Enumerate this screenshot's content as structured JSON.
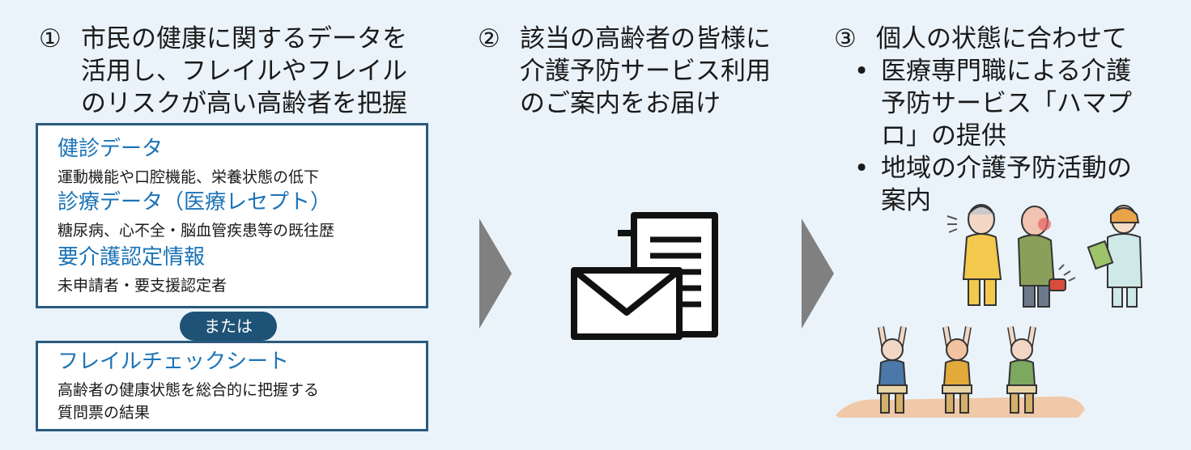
{
  "step1": {
    "number": "①",
    "lines": [
      "市民の健康に関するデータを",
      "活用し、フレイルやフレイル",
      "のリスクが高い高齢者を把握"
    ]
  },
  "step2": {
    "number": "②",
    "lines": [
      "該当の高齢者の皆様に",
      "介護予防サービス利用",
      "のご案内をお届け"
    ]
  },
  "step3": {
    "number": "③",
    "heading": "個人の状態に合わせて",
    "bullets": [
      {
        "marker": "•",
        "lines": [
          "医療専門職による介護",
          "予防サービス「ハマプ",
          "ロ」の提供"
        ]
      },
      {
        "marker": "•",
        "lines": [
          "地域の介護予防活動の",
          "案内"
        ]
      }
    ]
  },
  "data_box": {
    "items": [
      {
        "title": "健診データ",
        "detail": "運動機能や口腔機能、栄養状態の低下"
      },
      {
        "title": "診療データ（医療レセプト）",
        "detail": "糖尿病、心不全・脳血管疾患等の既往歴"
      },
      {
        "title": "要介護認定情報",
        "detail": "未申請者・要支援認定者"
      }
    ]
  },
  "connector": "または",
  "frail_box": {
    "title": "フレイルチェックシート",
    "detail_lines": [
      "高齢者の健康状態を総合的に把握する",
      "質問票の結果"
    ]
  },
  "colors": {
    "background": "#eaf3fa",
    "box_border": "#2a5a7c",
    "title_blue": "#1a73b7",
    "pill": "#1f5277",
    "arrow": "#808080"
  },
  "icons": {
    "arrow": "chevron-right-arrow",
    "mail": "envelope-document-icon",
    "illustration_top": "medical-professional-with-elderly",
    "illustration_bottom": "seated-exercise-group"
  }
}
